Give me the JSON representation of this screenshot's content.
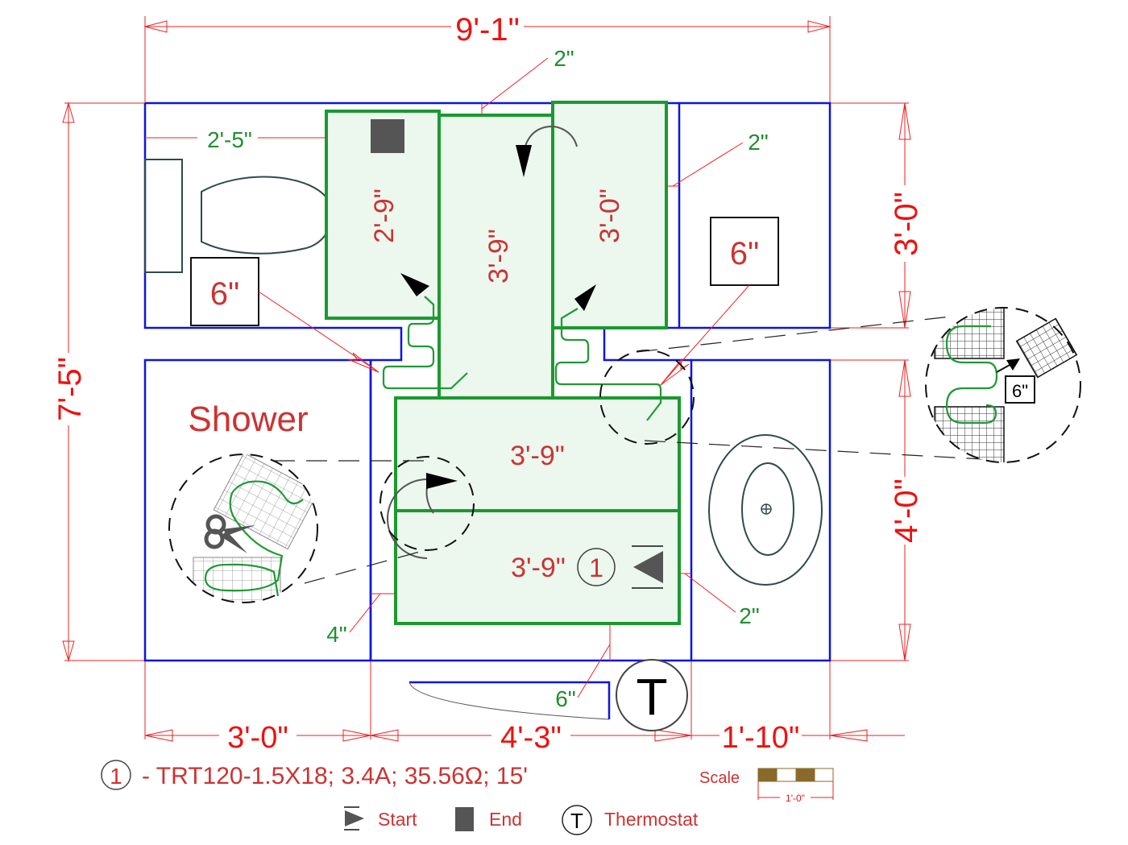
{
  "dimensions": {
    "overall_width": "9'-1\"",
    "overall_height": "7'-5\"",
    "right_upper": "3'-0\"",
    "right_lower": "4'-0\"",
    "bottom_left": "3'-0\"",
    "bottom_mid": "4'-3\"",
    "bottom_right": "1'-10\""
  },
  "offsets": {
    "top_gap": "2\"",
    "toilet_clearance": "2'-5\"",
    "right_mat_gap": "2\"",
    "shower_gap": "4\"",
    "vanity_gap": "2\"",
    "door_gap": "6\""
  },
  "mats": [
    {
      "label": "2'-9\""
    },
    {
      "label": "3'-9\""
    },
    {
      "label": "3'-0\""
    },
    {
      "label": "3'-9\""
    },
    {
      "label": "3'-9\""
    }
  ],
  "callouts": {
    "toilet_clearance_box": "6\"",
    "vanity_clearance_box": "6\"",
    "detail_box": "6\""
  },
  "rooms": {
    "shower": "Shower"
  },
  "mat_marker": "1",
  "thermostat_symbol": "T",
  "spec": {
    "marker": "1",
    "text": "- TRT120-1.5X18; 3.4A; 35.56Ω; 15'"
  },
  "scale": {
    "label": "Scale",
    "length": "1'-0\"",
    "colors": [
      "#8a6a2a",
      "#ffffff",
      "#8a6a2a",
      "#ffffff"
    ]
  },
  "legend": [
    {
      "icon": "start-icon",
      "label": "Start"
    },
    {
      "icon": "end-icon",
      "label": "End"
    },
    {
      "icon": "thermostat-icon",
      "symbol": "T",
      "label": "Thermostat"
    }
  ],
  "colors": {
    "walls": "#0a14e6",
    "mat_outline": "#1a9a2e",
    "mat_fill": "#ecf7ee",
    "dimension": "#ee1111",
    "label": "#cc3333",
    "offset_label": "#1f8f2f"
  }
}
